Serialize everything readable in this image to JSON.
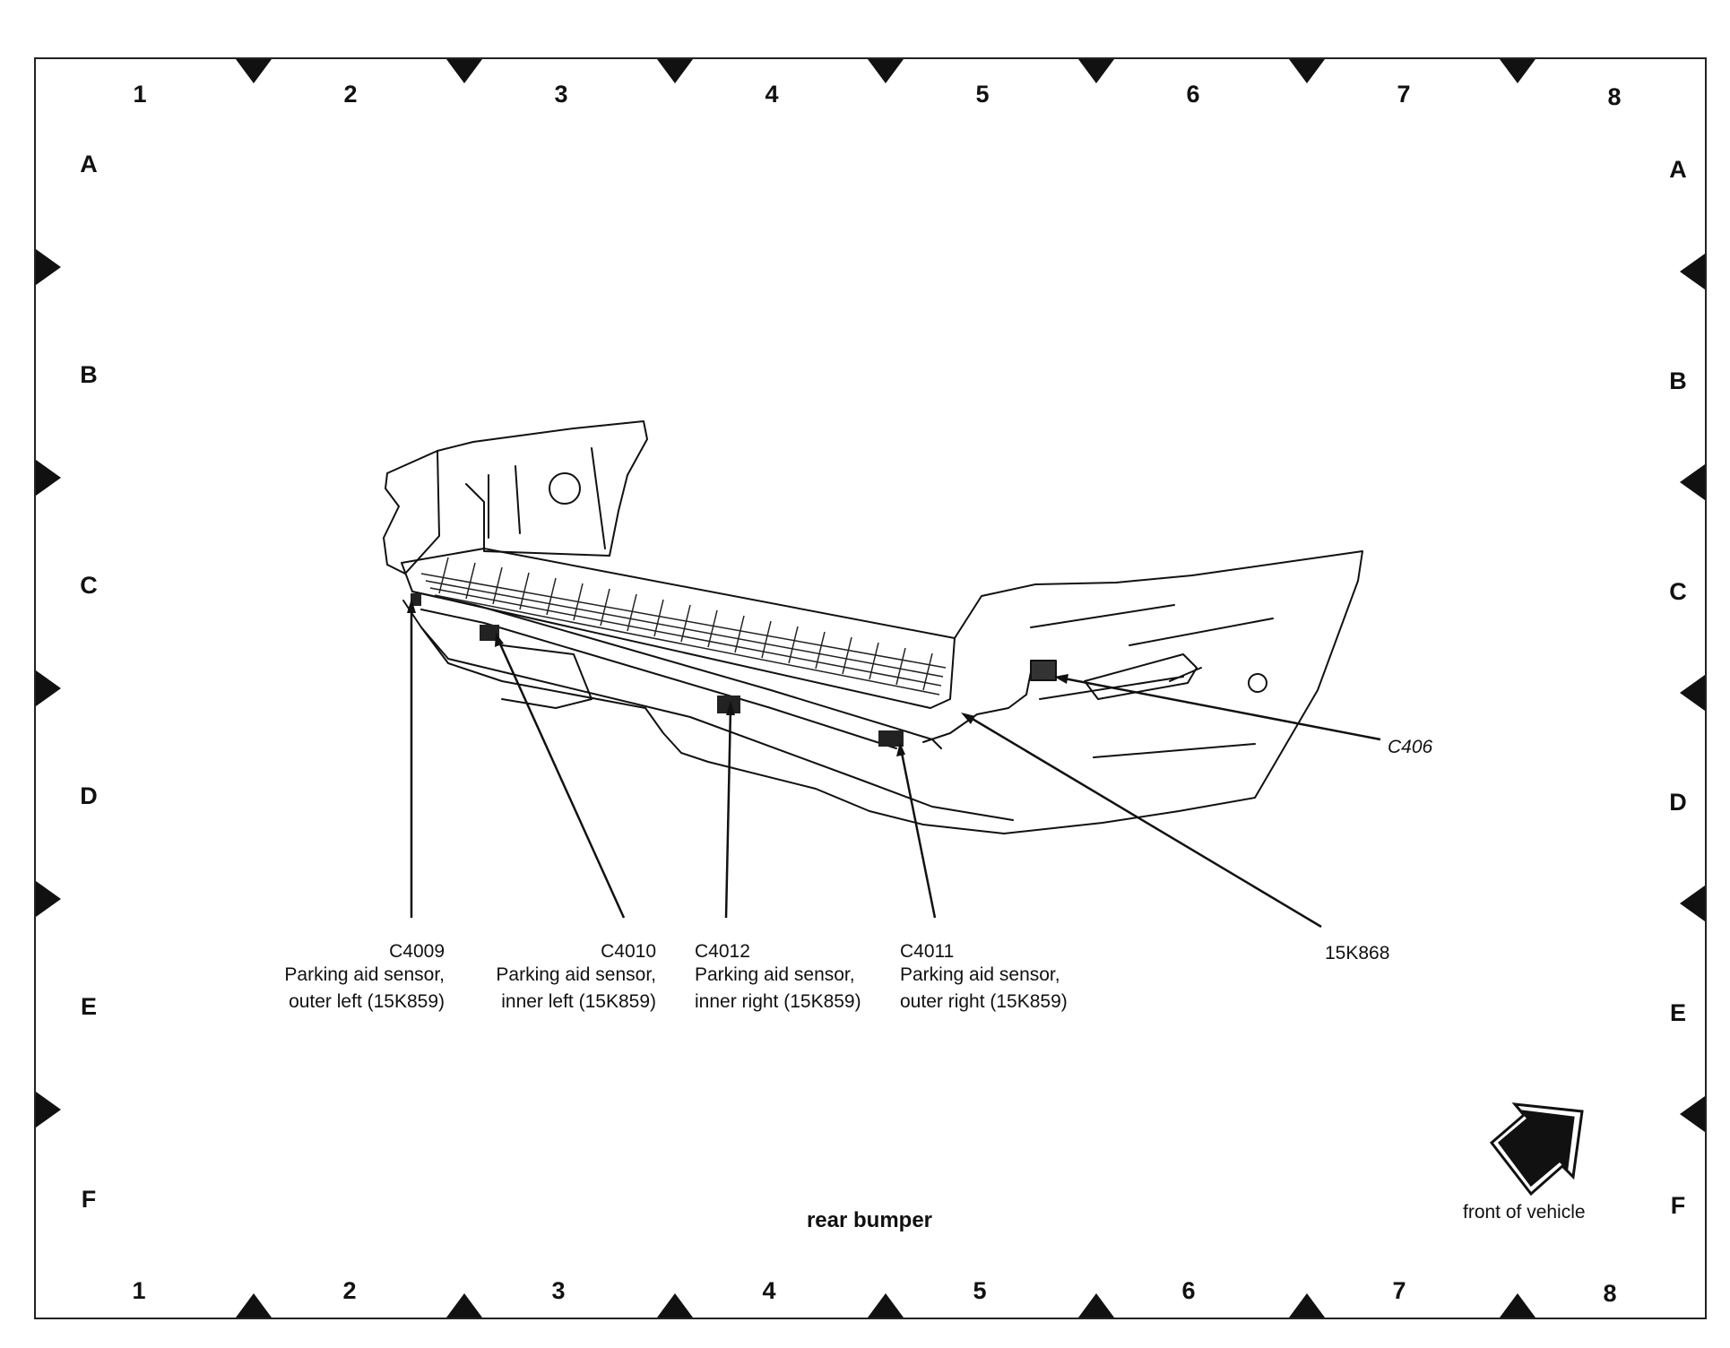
{
  "grid": {
    "columns": [
      "1",
      "2",
      "3",
      "4",
      "5",
      "6",
      "7",
      "8"
    ],
    "rows": [
      "A",
      "B",
      "C",
      "D",
      "E",
      "F"
    ]
  },
  "callouts": [
    {
      "id": "C4009",
      "connector": "C4009",
      "description": "Parking aid sensor, outer left (15K859)"
    },
    {
      "id": "C4010",
      "connector": "C4010",
      "description": "Parking aid sensor, inner left (15K859)"
    },
    {
      "id": "C4012",
      "connector": "C4012",
      "description": "Parking aid sensor, inner right (15K859)"
    },
    {
      "id": "C4011",
      "connector": "C4011",
      "description": "Parking aid sensor, outer right (15K859)"
    },
    {
      "id": "15K868",
      "connector": "15K868",
      "description": ""
    },
    {
      "id": "C406",
      "connector": "C406",
      "description": ""
    }
  ],
  "caption": "rear bumper",
  "orientation": {
    "label": "front of vehicle",
    "icon": "arrow-up-right-icon"
  },
  "colors": {
    "line": "#111111",
    "background": "#ffffff"
  }
}
